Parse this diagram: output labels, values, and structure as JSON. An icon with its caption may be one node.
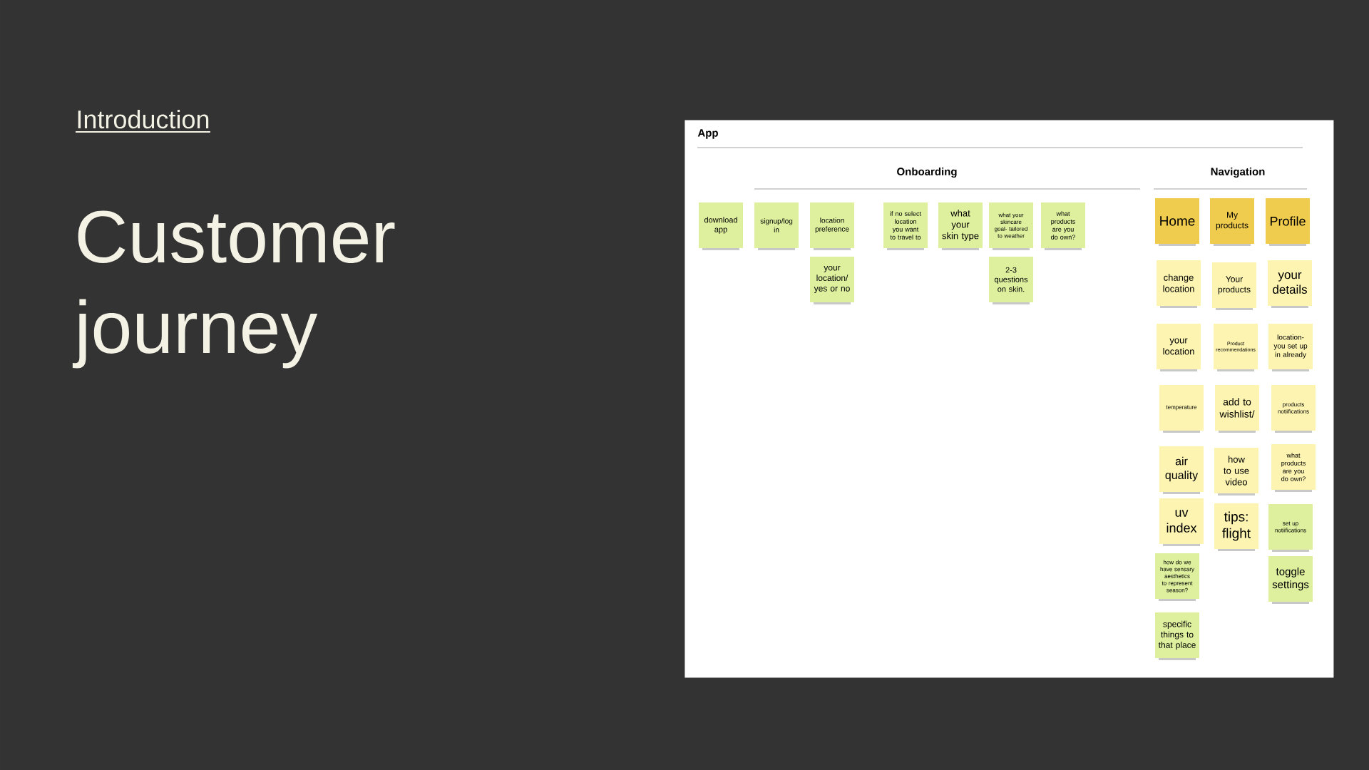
{
  "diagram": {
    "title": "Customer journey",
    "nodes": [
      {
        "text": [
          "App"
        ]
      },
      {
        "text": [
          "download app"
        ],
        "in": 0
      },
      {
        "text": [
          "signup/log in"
        ],
        "in": 0
      },
      {
        "text": [
          "location preference"
        ],
        "in": 0
      },
      {
        "text": [
          "if no select location you want to travel to"
        ],
        "in": 0
      },
      {
        "text": [
          "what your skin type"
        ],
        "in": 0
      },
      {
        "text": [
          "what your skincare goal- tailored to weather"
        ],
        "in": 0
      },
      {
        "text": [
          "what products are you do own?"
        ],
        "in": 0
      },
      {
        "text": [
          "your location/ yes or no"
        ],
        "in": 0
      },
      {
        "text": [
          "2-3 questions on skin."
        ],
        "in": 0
      },
      {
        "text": [
          "Home"
        ],
        "in": 0
      },
      {
        "text": [
          "My products"
        ],
        "in": 0
      },
      {
        "text": [
          "Profile"
        ],
        "in": 0
      },
      {
        "text": [
          "change location"
        ],
        "in": 0
      },
      {
        "text": [
          "Your products"
        ],
        "in": 0
      },
      {
        "text": [
          "your details"
        ],
        "in": 0
      },
      {
        "text": [
          "your location"
        ],
        "in": 0
      },
      {
        "text": [
          "Product recommendations"
        ],
        "in": 0
      },
      {
        "text": [
          "location- you set up in already"
        ],
        "in": 0
      },
      {
        "text": [
          "temperature"
        ],
        "in": 0
      },
      {
        "text": [
          "add to wishlist/"
        ],
        "in": 0
      },
      {
        "text": [
          "products notiifications"
        ],
        "in": 0
      },
      {
        "text": [
          "air quality"
        ],
        "in": 0
      },
      {
        "text": [
          "how to use video"
        ],
        "in": 0
      },
      {
        "text": [
          "what products are you do own?"
        ],
        "in": 0
      },
      {
        "text": [
          "uv index"
        ],
        "in": 0
      },
      {
        "text": [
          "tips: flight"
        ],
        "in": 0
      },
      {
        "text": [
          "set up notiifications"
        ],
        "in": 0
      },
      {
        "text": [
          "how do we have sensary aesthetics to represent season?"
        ],
        "in": 0
      },
      {
        "text": [
          "toggle settings"
        ],
        "in": 0
      },
      {
        "text": [
          "specific things to that place"
        ],
        "in": 0
      }
    ],
    "labels": [
      "Introduction",
      "Onboarding",
      "Navigation"
    ]
  }
}
